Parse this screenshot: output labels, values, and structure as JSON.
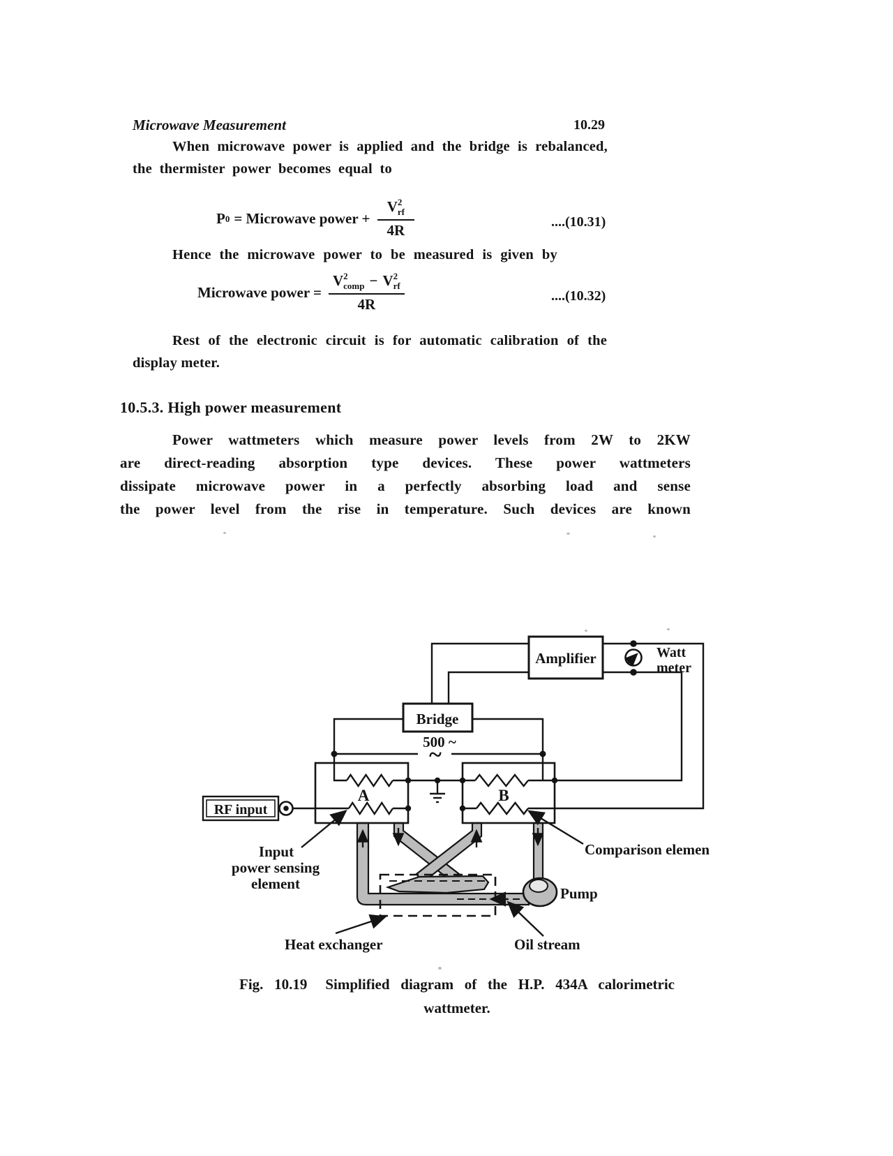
{
  "header": {
    "title": "Microwave Measurement",
    "page_no": "10.29"
  },
  "body": {
    "para1_lines": [
      "When microwave power is applied and the bridge is rebalanced,",
      "the thermister power becomes equal to"
    ],
    "hence_line": "Hence the microwave power to be measured is given by",
    "rest_lines": [
      "Rest of the electronic circuit is for automatic calibration of the",
      "display meter."
    ],
    "section_heading": "10.5.3. High power measurement",
    "para2_lines": [
      "Power wattmeters which measure power levels from 2W to 2KW",
      "are direct-reading absorption type devices. These power wattmeters",
      "dissipate microwave power in a perfectly absorbing load and sense",
      "the power level from the rise in temperature. Such devices are known"
    ]
  },
  "eq31": {
    "lhs_base": "P",
    "lhs_sub": "0",
    "mid": "= Microwave power +",
    "num_base": "V",
    "num_sup": "2",
    "num_sub": "rf",
    "den": "4R",
    "tag": "....(10.31)"
  },
  "eq32": {
    "lhs": "Microwave power =",
    "n1_base": "V",
    "n1_sup": "2",
    "n1_sub": "comp",
    "minus": "−",
    "n2_base": "V",
    "n2_sup": "2",
    "n2_sub": "rf",
    "den": "4R",
    "tag": "....(10.32)"
  },
  "figure": {
    "amplifier": "Amplifier",
    "watt_line1": "Watt",
    "watt_line2": "meter",
    "bridge": "Bridge",
    "freq": "500 ~",
    "tilde": "~",
    "rf_input": "RF input",
    "element_a": "A",
    "element_b": "B",
    "input_label": [
      "Input",
      "power sensing",
      "element"
    ],
    "comparison_label": "Comparison elemen",
    "pump_label": "Pump",
    "heat_exchanger_label": "Heat exchanger",
    "oil_stream_label": "Oil stream"
  },
  "caption": {
    "fig": "Fig. 10.19",
    "text": "Simplified diagram of the H.P. 434A calorimetric",
    "line2": "wattmeter."
  },
  "colors": {
    "ink": "#141414",
    "pipe_gray": "#bcbcbc",
    "paper": "#ffffff"
  }
}
